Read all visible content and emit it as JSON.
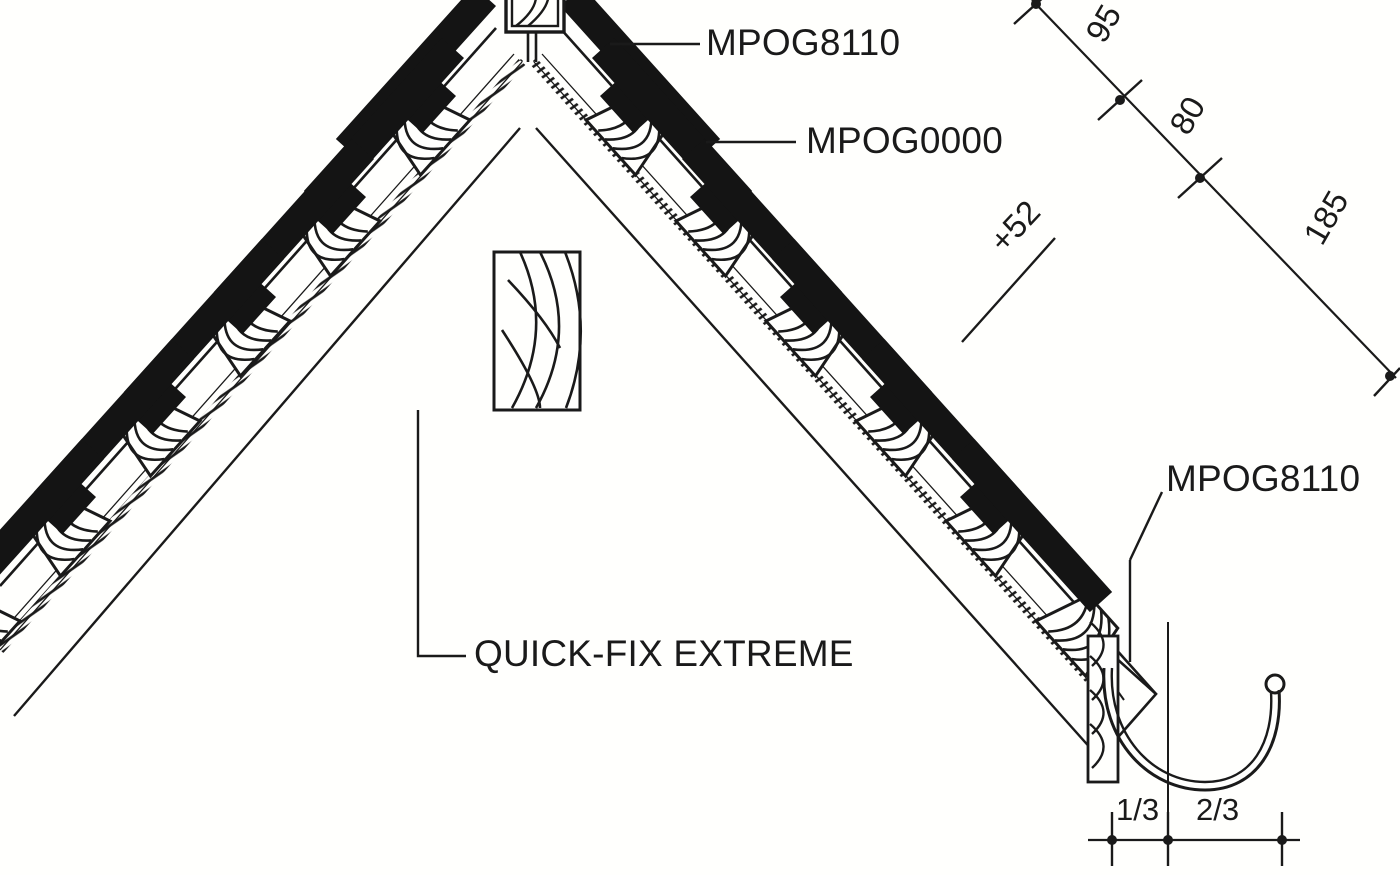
{
  "drawing": {
    "type": "architectural-roof-section-detail",
    "background_color": "#fffffd",
    "ink_color": "#1a1a1a",
    "batten_fill": "#141414"
  },
  "labels": {
    "ridge_batten": "MPOG8110",
    "mid_batten": "MPOG0000",
    "eave_batten": "MPOG8110",
    "product_callout": "QUICK-FIX EXTREME"
  },
  "dimensions": {
    "offset_note": "+52",
    "chain": [
      {
        "value": "95",
        "rotation": -60
      },
      {
        "value": "80",
        "rotation": -60
      },
      {
        "value": "185",
        "rotation": -60
      }
    ],
    "gutter_split": {
      "inner": "1/3",
      "outer": "2/3"
    }
  },
  "components": {
    "ridge_board": "ridge-board",
    "ridge_post": "ridge-post",
    "rafter": "rafter",
    "counter_batten": "counter-batten",
    "tile_batten": "tile-batten",
    "underlay_membrane": "underlay-membrane",
    "fascia_board": "fascia-board",
    "gutter": "half-round-gutter",
    "ceiling_line": "ceiling-line"
  }
}
